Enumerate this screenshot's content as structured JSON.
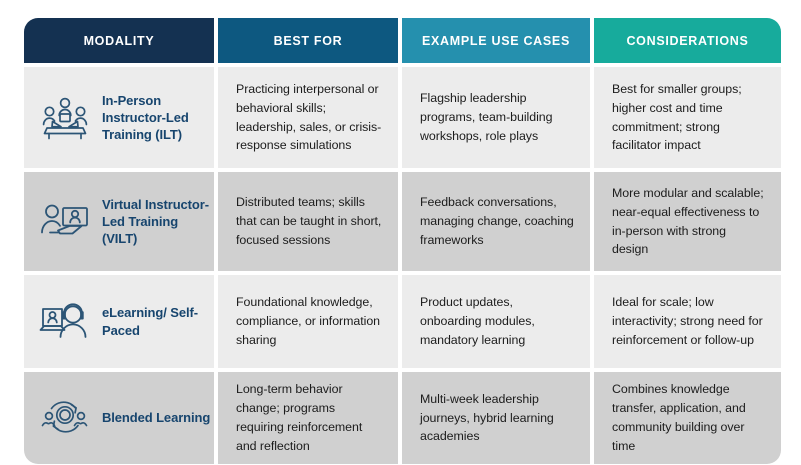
{
  "table": {
    "headers": [
      {
        "label": "MODALITY",
        "color": "#143151"
      },
      {
        "label": "BEST FOR",
        "color": "#0d5880"
      },
      {
        "label": "EXAMPLE USE CASES",
        "color": "#2590ae"
      },
      {
        "label": "CONSIDERATIONS",
        "color": "#17ab9c"
      }
    ],
    "row_colors": [
      "#ececec",
      "#d0d0d0",
      "#ececec",
      "#d0d0d0"
    ],
    "modality_label_color": "#17456e",
    "rows": [
      {
        "icon": "in-person-training-icon",
        "modality": "In-Person Instructor-Led Training (ILT)",
        "best_for": "Practicing interpersonal or behavioral skills; leadership, sales, or crisis-response simulations",
        "use_cases": "Flagship leadership programs, team-building workshops, role plays",
        "considerations": "Best for smaller groups; higher cost and time commitment; strong facilitator impact"
      },
      {
        "icon": "virtual-training-icon",
        "modality": "Virtual Instructor-Led Training (VILT)",
        "best_for": "Distributed teams; skills that can be taught in short, focused sessions",
        "use_cases": "Feedback conversations, managing change, coaching frameworks",
        "considerations": "More modular and scalable; near-equal effectiveness to in-person with strong design"
      },
      {
        "icon": "elearning-self-paced-icon",
        "modality": "eLearning/ Self-Paced",
        "best_for": "Foundational knowledge, compliance, or information sharing",
        "use_cases": "Product updates, onboarding modules, mandatory learning",
        "considerations": "Ideal for scale; low interactivity; strong need for reinforcement or follow-up"
      },
      {
        "icon": "blended-learning-icon",
        "modality": "Blended Learning",
        "best_for": "Long-term behavior change; programs requiring reinforcement and reflection",
        "use_cases": "Multi-week leadership journeys, hybrid learning academies",
        "considerations": "Combines knowledge transfer, application, and community building over time"
      }
    ]
  }
}
